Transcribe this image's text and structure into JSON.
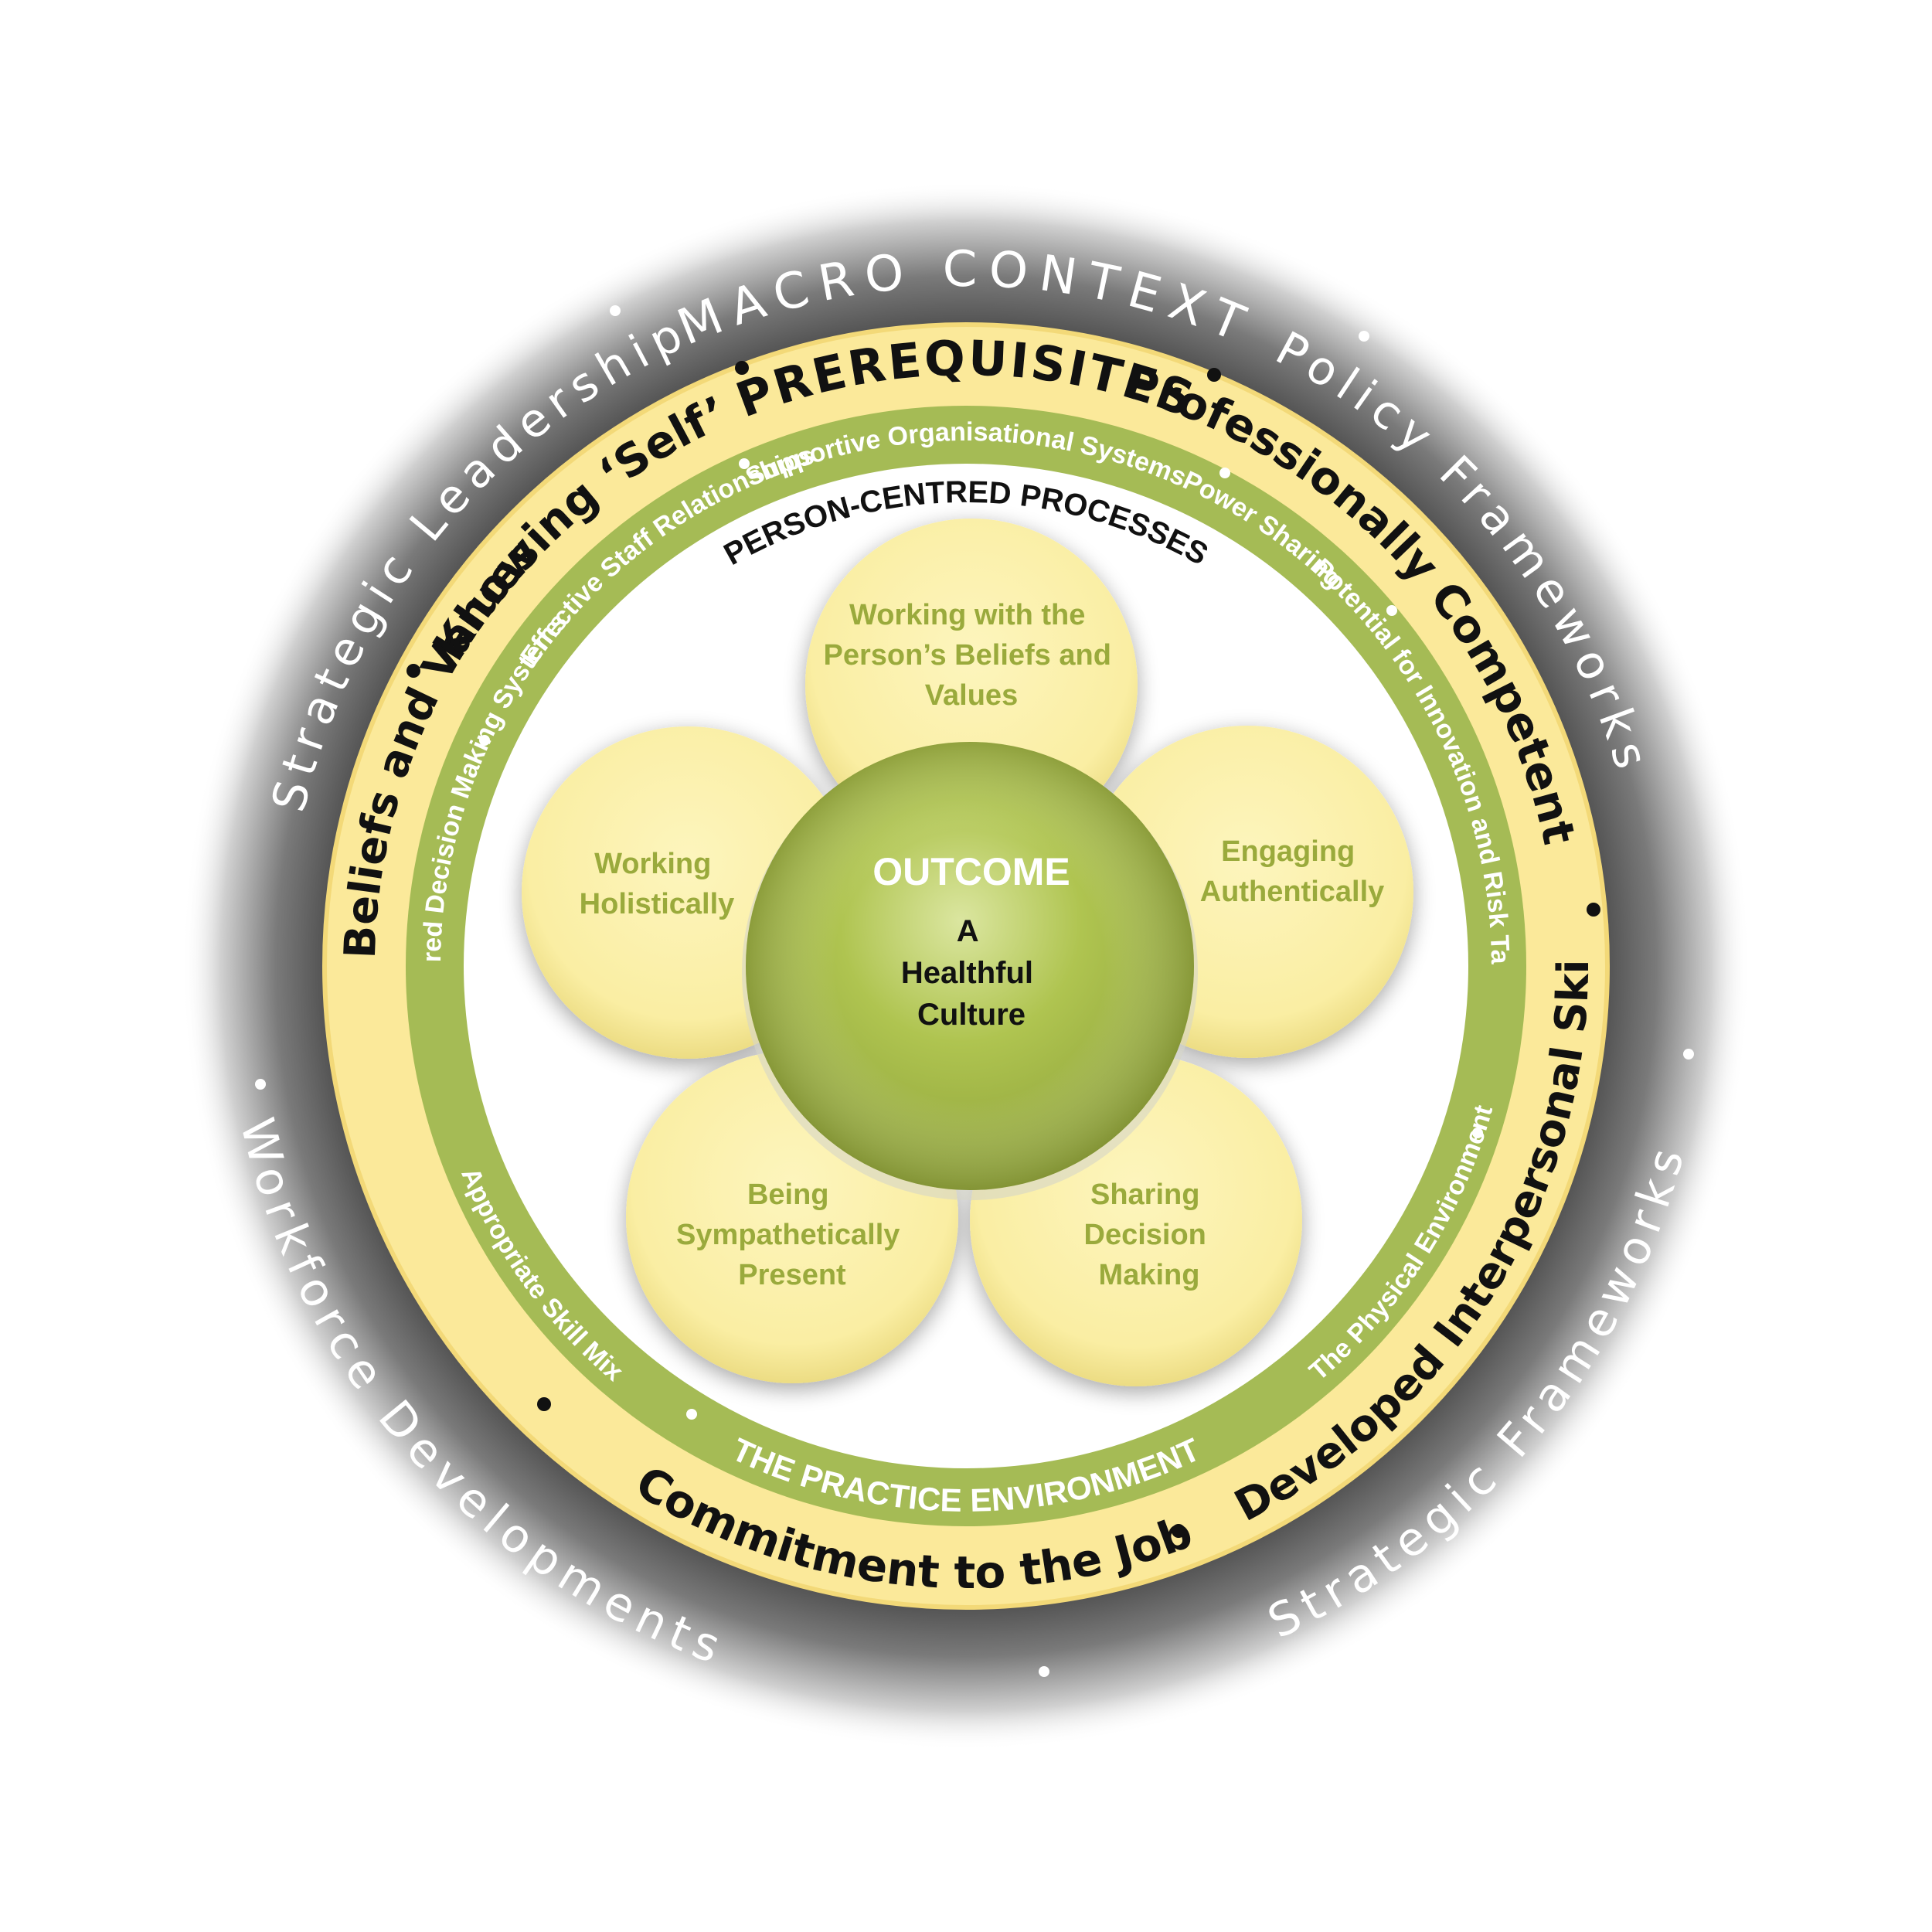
{
  "macro_context": {
    "title": "MACRO CONTEXT",
    "items": [
      "Policy Frameworks",
      "Strategic Frameworks",
      "Workforce Developments",
      "Strategic Leadership"
    ]
  },
  "prerequisites": {
    "title": "PREREQUISITES",
    "items": [
      "Professionally Competent",
      "Developed Interpersonal Skills",
      "Commitment to the Job",
      "Clarity of Beliefs and Values",
      "Knowing ‘Self’"
    ]
  },
  "practice_environment": {
    "title": "THE PRACTICE ENVIRONMENT",
    "items": [
      "Supportive Organisational Systems",
      "Power Sharing",
      "Potential for Innovation and Risk Taking",
      "The Physical Environment",
      "Appropriate Skill Mix",
      "Shared Decision Making Systems",
      "Effective Staff Relationships"
    ]
  },
  "person_centred_processes": {
    "title": "PERSON-CENTRED PROCESSES",
    "petals": [
      {
        "line1": "Working with the",
        "line2": "Person’s Beliefs and",
        "line3": "Values"
      },
      {
        "line1": "Engaging",
        "line2": "Authentically"
      },
      {
        "line1": "Sharing",
        "line2": "Decision",
        "line3": "Making"
      },
      {
        "line1": "Being",
        "line2": "Sympathetically",
        "line3": "Present"
      },
      {
        "line1": "Working",
        "line2": "Holistically"
      }
    ]
  },
  "outcome": {
    "title": "OUTCOME",
    "line1": "A",
    "line2": "Healthful",
    "line3": "Culture"
  },
  "colors": {
    "macro_ring": "#3a3a3a",
    "prereq_ring": "#fbe99a",
    "environment_ring": "#a5bb55",
    "petal_fill": "#fbf0a8",
    "petal_text": "#9aaa3c",
    "center_fill": "#a8bd47"
  }
}
